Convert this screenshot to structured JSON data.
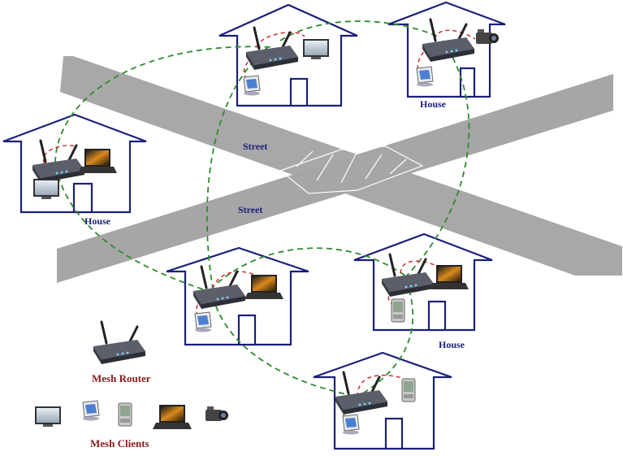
{
  "labels": {
    "street_upper": "Street",
    "street_lower": "Street",
    "house_left": "House",
    "house_top_right": "House",
    "house_mid_right": "House"
  },
  "legend": {
    "router_label": "Mesh Router",
    "clients_label": "Mesh Clients"
  },
  "colors": {
    "house_outline": "#1a1f7a",
    "street_fill": "#a8a8a8",
    "mesh_link": "#2e8b2e",
    "client_link": "#cc2222",
    "label_blue": "#1a1f7a",
    "legend_red": "#8b1a1a"
  }
}
